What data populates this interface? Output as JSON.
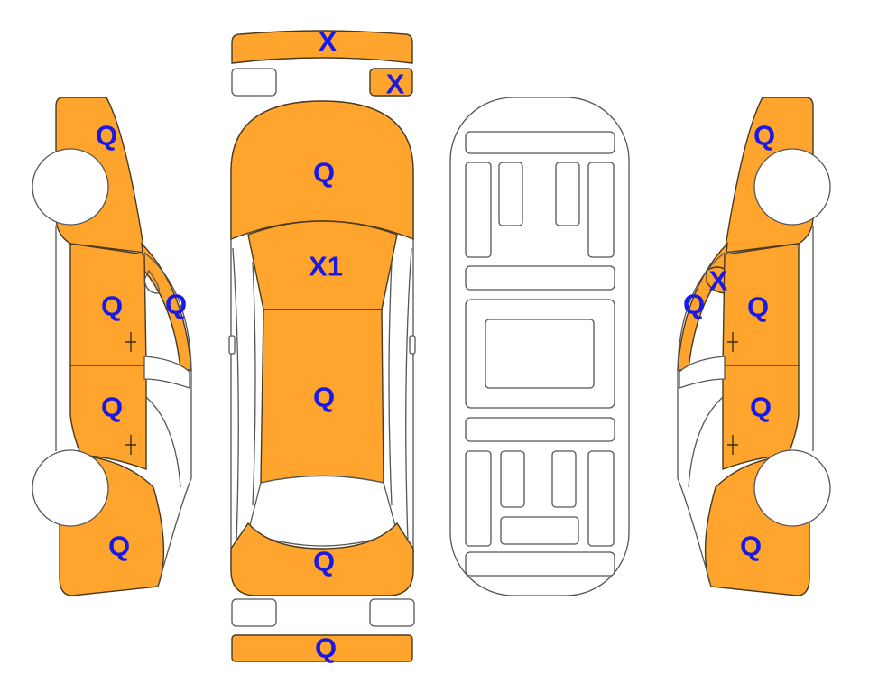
{
  "colors": {
    "painted": "#ffa52d",
    "outline": "#555555",
    "mark": "#1919e6",
    "background": "#ffffff"
  },
  "marks": {
    "front_bumper": "X",
    "front_right_lamp": "X",
    "hood": "Q",
    "windshield": "X1",
    "roof": "Q",
    "trunk": "Q",
    "rear_bumper": "Q",
    "left_front_fender": "Q",
    "left_front_door": "Q",
    "left_a_pillar": "Q",
    "left_rear_door": "Q",
    "left_rear_quarter": "Q",
    "right_front_fender": "Q",
    "right_mirror": "X",
    "right_a_pillar": "Q",
    "right_front_door": "Q",
    "right_rear_door": "Q",
    "right_rear_quarter": "Q"
  }
}
